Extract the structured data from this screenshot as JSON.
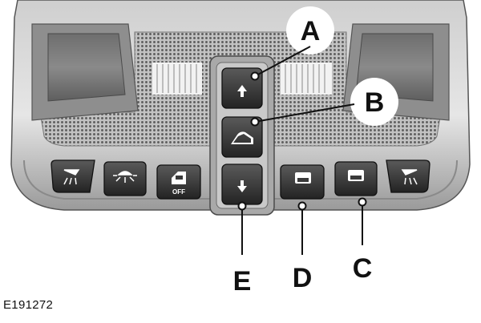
{
  "figure": {
    "code": "E191272"
  },
  "console": {
    "buttons": [
      {
        "id": "front-reading-light-left",
        "icon": "reading-light-icon"
      },
      {
        "id": "courtesy-light",
        "icon": "dome-light-icon"
      },
      {
        "id": "lights-off",
        "icon": "door-light-off-icon",
        "text": "OFF"
      },
      {
        "id": "sunroof-open",
        "icon": "arrow-up-icon"
      },
      {
        "id": "sunroof-vent",
        "icon": "sunroof-tilt-icon"
      },
      {
        "id": "sunroof-close",
        "icon": "arrow-down-icon"
      },
      {
        "id": "blind-control-left",
        "icon": "sunblind-icon"
      },
      {
        "id": "blind-control-right",
        "icon": "sunblind-icon"
      },
      {
        "id": "front-reading-light-right",
        "icon": "reading-light-icon"
      }
    ]
  },
  "callouts": [
    {
      "letter": "A",
      "target": "sunroof-open"
    },
    {
      "letter": "B",
      "target": "sunroof-vent"
    },
    {
      "letter": "C",
      "target": "blind-control-right"
    },
    {
      "letter": "D",
      "target": "blind-control-left"
    },
    {
      "letter": "E",
      "target": "sunroof-close"
    }
  ],
  "colors": {
    "housing": "#d9d9d9",
    "mesh": "#b0b0b0",
    "button": "#3a3a3a",
    "callout": "#111111"
  }
}
